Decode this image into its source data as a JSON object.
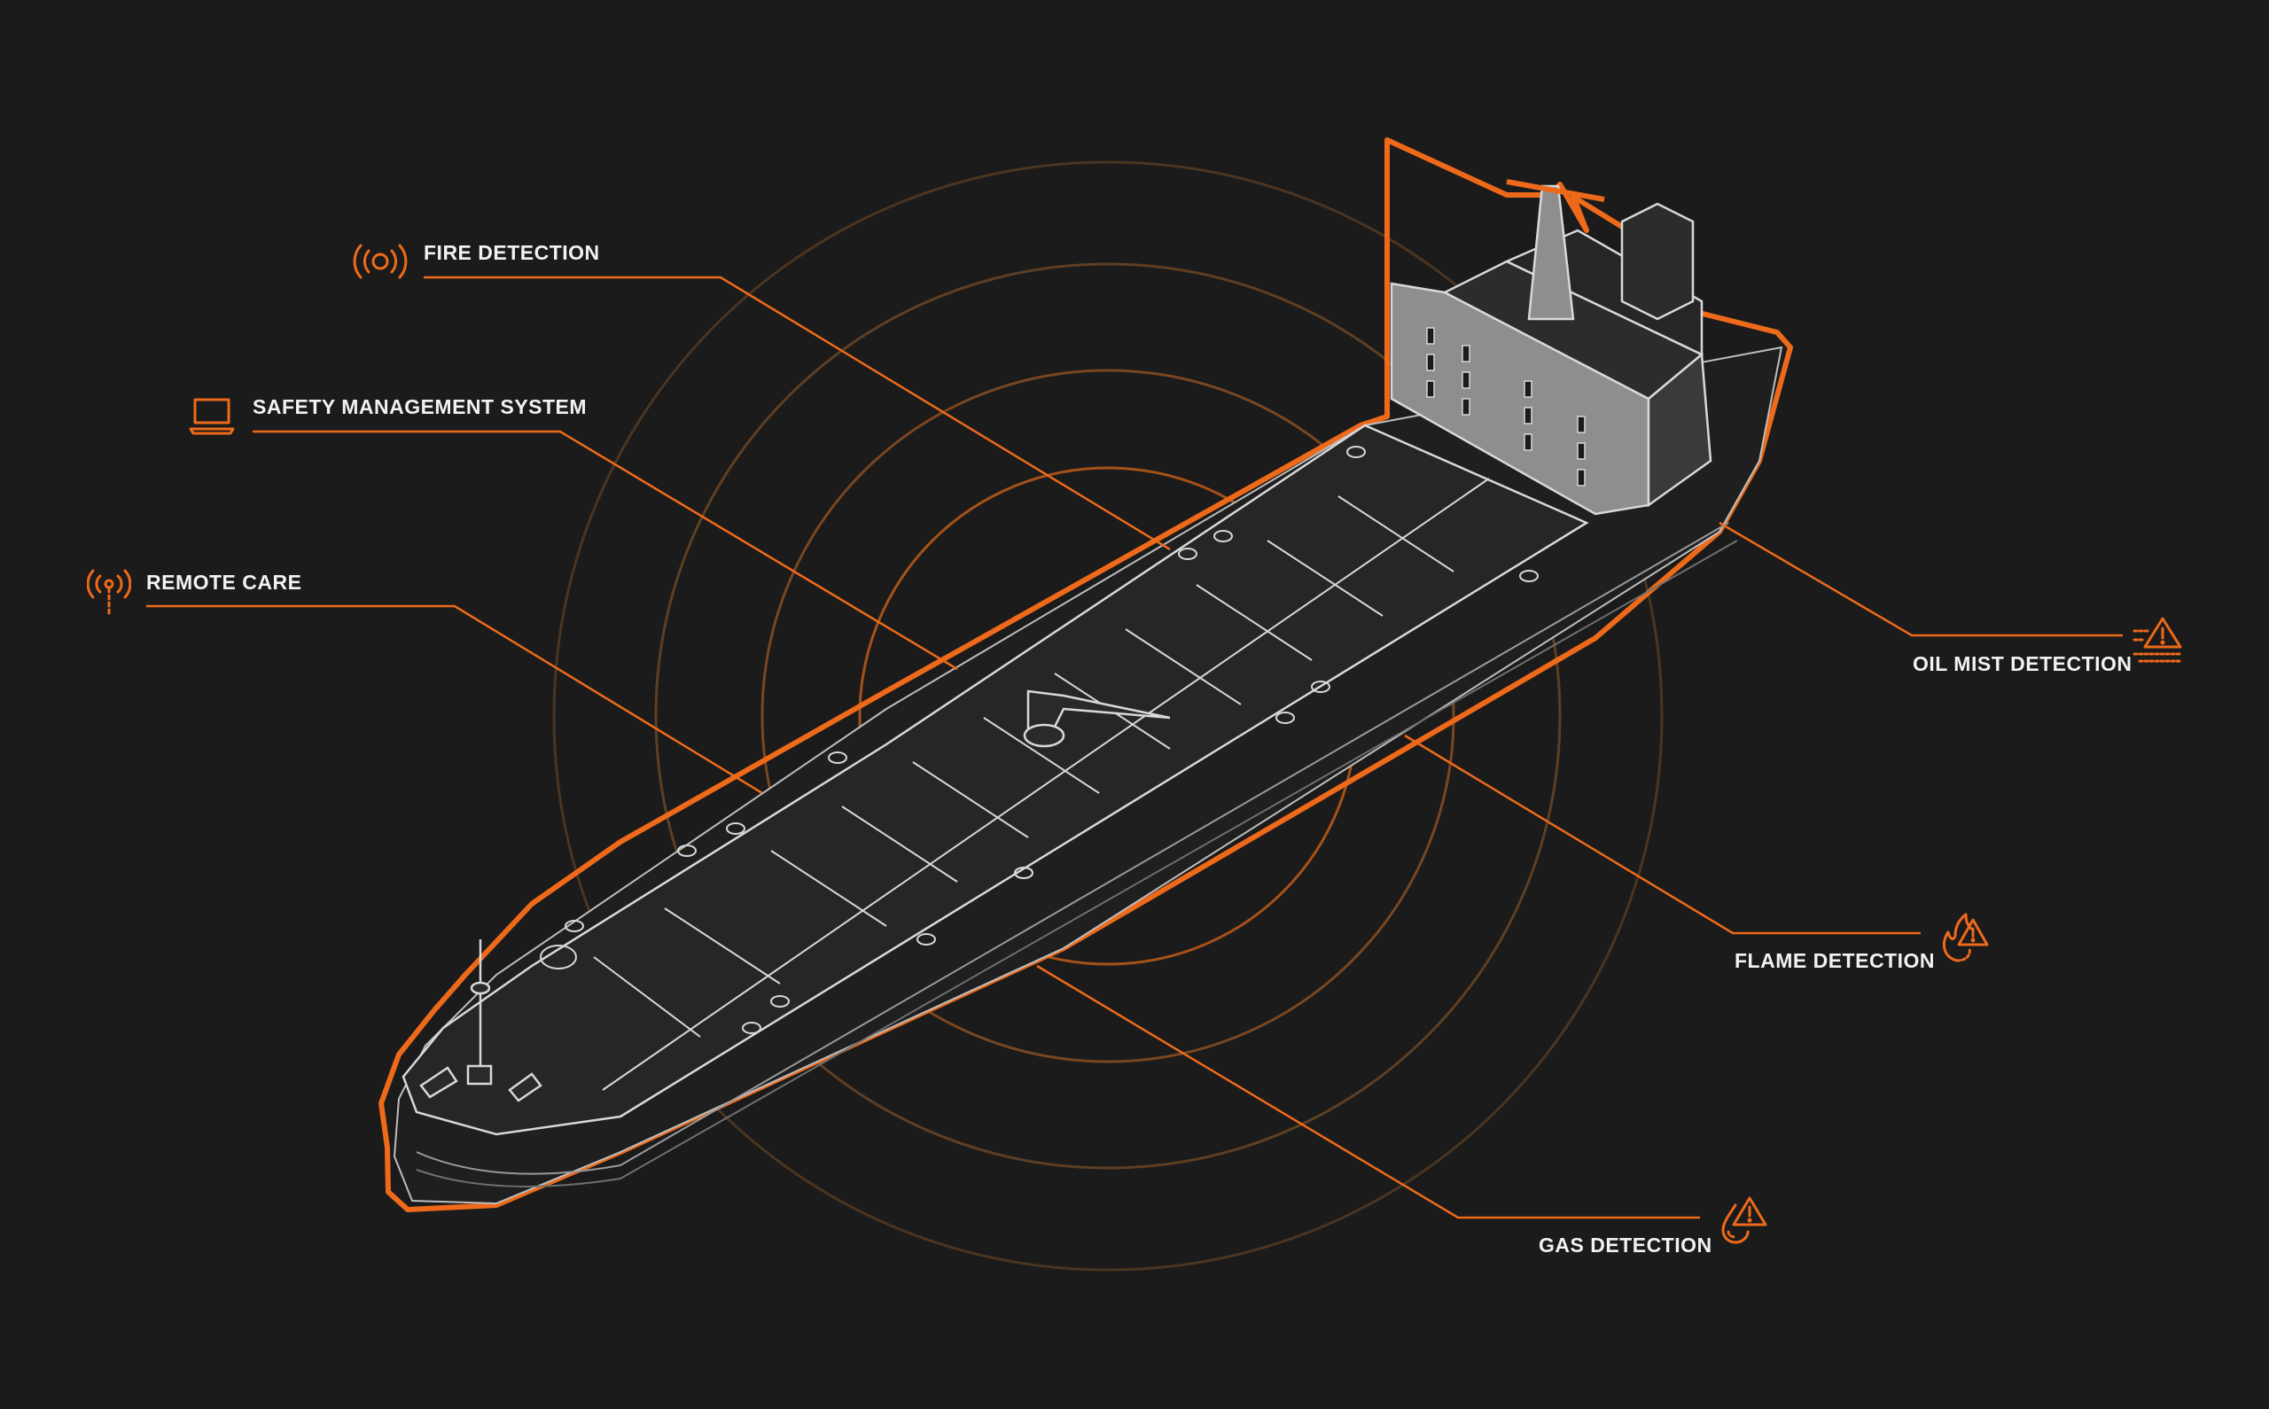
{
  "colors": {
    "background": "#1b1b1b",
    "accent": "#ee6a1a",
    "ring_faint": "#5a3f28",
    "ship_line": "#d8d8d8"
  },
  "labels": {
    "fire_detection": "FIRE DETECTION",
    "safety_management_system": "SAFETY MANAGEMENT SYSTEM",
    "remote_care": "REMOTE CARE",
    "oil_mist_detection": "OIL MIST DETECTION",
    "flame_detection": "FLAME DETECTION",
    "gas_detection": "GAS DETECTION"
  },
  "icons": {
    "fire_detection": "alarm-signal-icon",
    "safety_management_system": "laptop-icon",
    "remote_care": "antenna-signal-icon",
    "oil_mist_detection": "mist-warning-icon",
    "flame_detection": "flame-warning-icon",
    "gas_detection": "gas-drop-warning-icon"
  }
}
